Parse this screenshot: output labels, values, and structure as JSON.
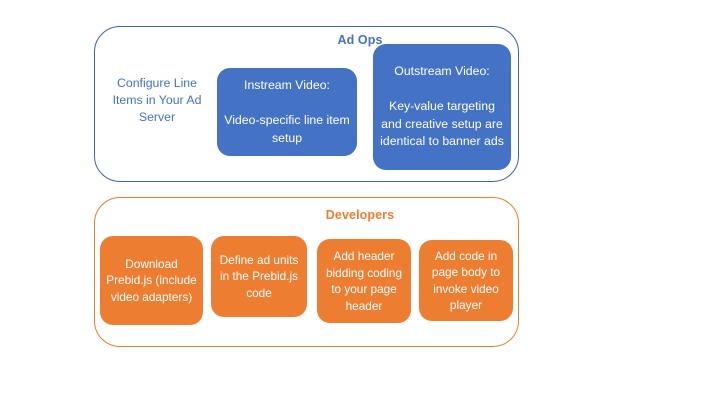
{
  "diagram": {
    "type": "grouped-process-diagram",
    "background_color": "#FFFFFF",
    "groups": [
      {
        "id": "ad-ops",
        "title": "Ad Ops",
        "accent_color": "#4472C4",
        "border_color": "#3F63A8",
        "nodes": [
          {
            "id": "configure-line-items",
            "style": "text-only",
            "text": "Configure Line Items in Your Ad Server",
            "text_color": "#4472C4"
          },
          {
            "id": "instream-video",
            "style": "filled",
            "fill_color": "#4472C4",
            "text_color": "#FFFFFF",
            "heading": "Instream Video:",
            "body": "Video-specific line item setup",
            "text": "Instream Video:\n\nVideo-specific line item setup"
          },
          {
            "id": "outstream-video",
            "style": "filled",
            "fill_color": "#4472C4",
            "text_color": "#FFFFFF",
            "heading": "Outstream Video:",
            "body": "Key-value targeting and creative setup are identical to banner ads",
            "text": "Outstream Video:\n\nKey-value targeting and creative setup are identical to banner ads"
          }
        ]
      },
      {
        "id": "developers",
        "title": "Developers",
        "accent_color": "#ED7D31",
        "border_color": "#ED7D31",
        "nodes": [
          {
            "id": "download-prebid",
            "style": "filled",
            "fill_color": "#ED7D31",
            "text_color": "#FFFFFF",
            "text": "Download Prebid.js (include video adapters)"
          },
          {
            "id": "define-ad-units",
            "style": "filled",
            "fill_color": "#ED7D31",
            "text_color": "#FFFFFF",
            "text": "Define ad units in the Prebid.js code"
          },
          {
            "id": "header-bidding-code",
            "style": "filled",
            "fill_color": "#ED7D31",
            "text_color": "#FFFFFF",
            "text": "Add header bidding coding to your page header"
          },
          {
            "id": "invoke-video-player",
            "style": "filled",
            "fill_color": "#ED7D31",
            "text_color": "#FFFFFF",
            "text": "Add code in page body to invoke video player"
          }
        ]
      }
    ]
  }
}
